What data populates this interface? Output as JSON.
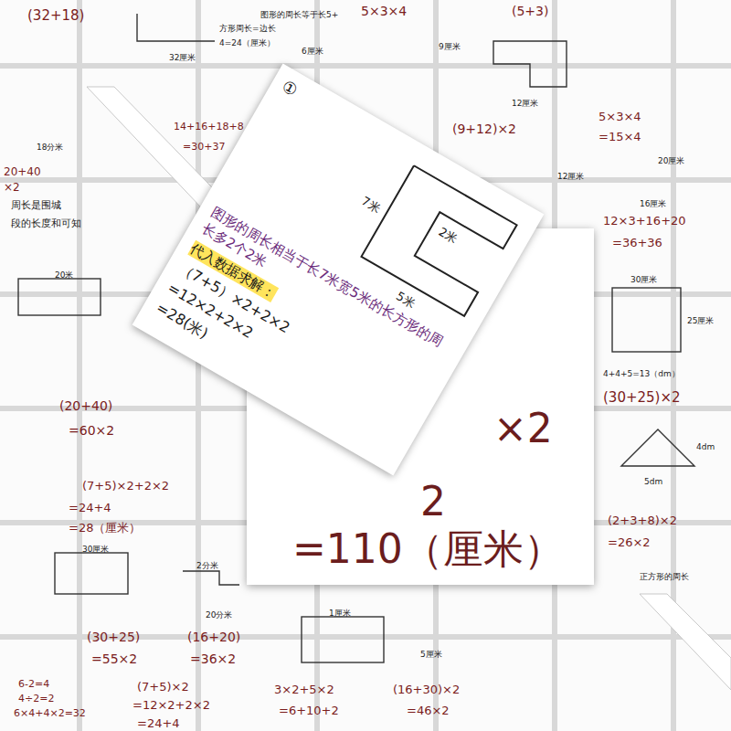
{
  "diagram": {
    "nodes": [
      {
        "text": [
          "①",
          "2米",
          "7米",
          "5米",
          "图形的周长相当于长7米宽5米的长方形的周长多2个2米",
          "代入数据求解：",
          "（7+5）×2+2×2",
          "=12×2+2×2",
          "=28(米)"
        ]
      },
      {
        "text": [
          "×2",
          "2",
          "=110（厘米）"
        ]
      }
    ],
    "labels": [
      "(32+18)",
      "32厘米",
      "方形周长=边长",
      "4=24（厘米）",
      "图形的周长等于长5+",
      "6厘米",
      "5×3×4",
      "(5+3)",
      "9厘米",
      "12厘米",
      "(9+12)×2",
      "5×3×4",
      "=15×4",
      "20厘米",
      "12厘米",
      "16厘米",
      "12×3+16+20",
      "=36+36",
      "30厘米",
      "25厘米",
      "4+4+5=13（dm）",
      "(30+25)×2",
      "4dm",
      "5dm",
      "(2+3+8)×2",
      "=26×2",
      "正方形的周长",
      "20+40",
      "×2",
      "周长是围城",
      "段的长度和可知",
      "18分米",
      "14+16+18+8",
      "=30+37",
      "20米",
      "(20+40)",
      "=60×2",
      "(7+5)×2+2×2",
      "=24+4",
      "=28（厘米）",
      "30厘米",
      "(30+25)",
      "=55×2",
      "2分米",
      "20分米",
      "(16+20)",
      "=36×2",
      "6-2=4",
      "4÷2=2",
      "6×4+4×2=32",
      "(7+5)×2",
      "=12×2+2×2",
      "=24+4",
      "3×2+5×2",
      "=6+10+2",
      "1厘米",
      "5厘米",
      "(16+30)×2",
      "=46×2"
    ]
  }
}
